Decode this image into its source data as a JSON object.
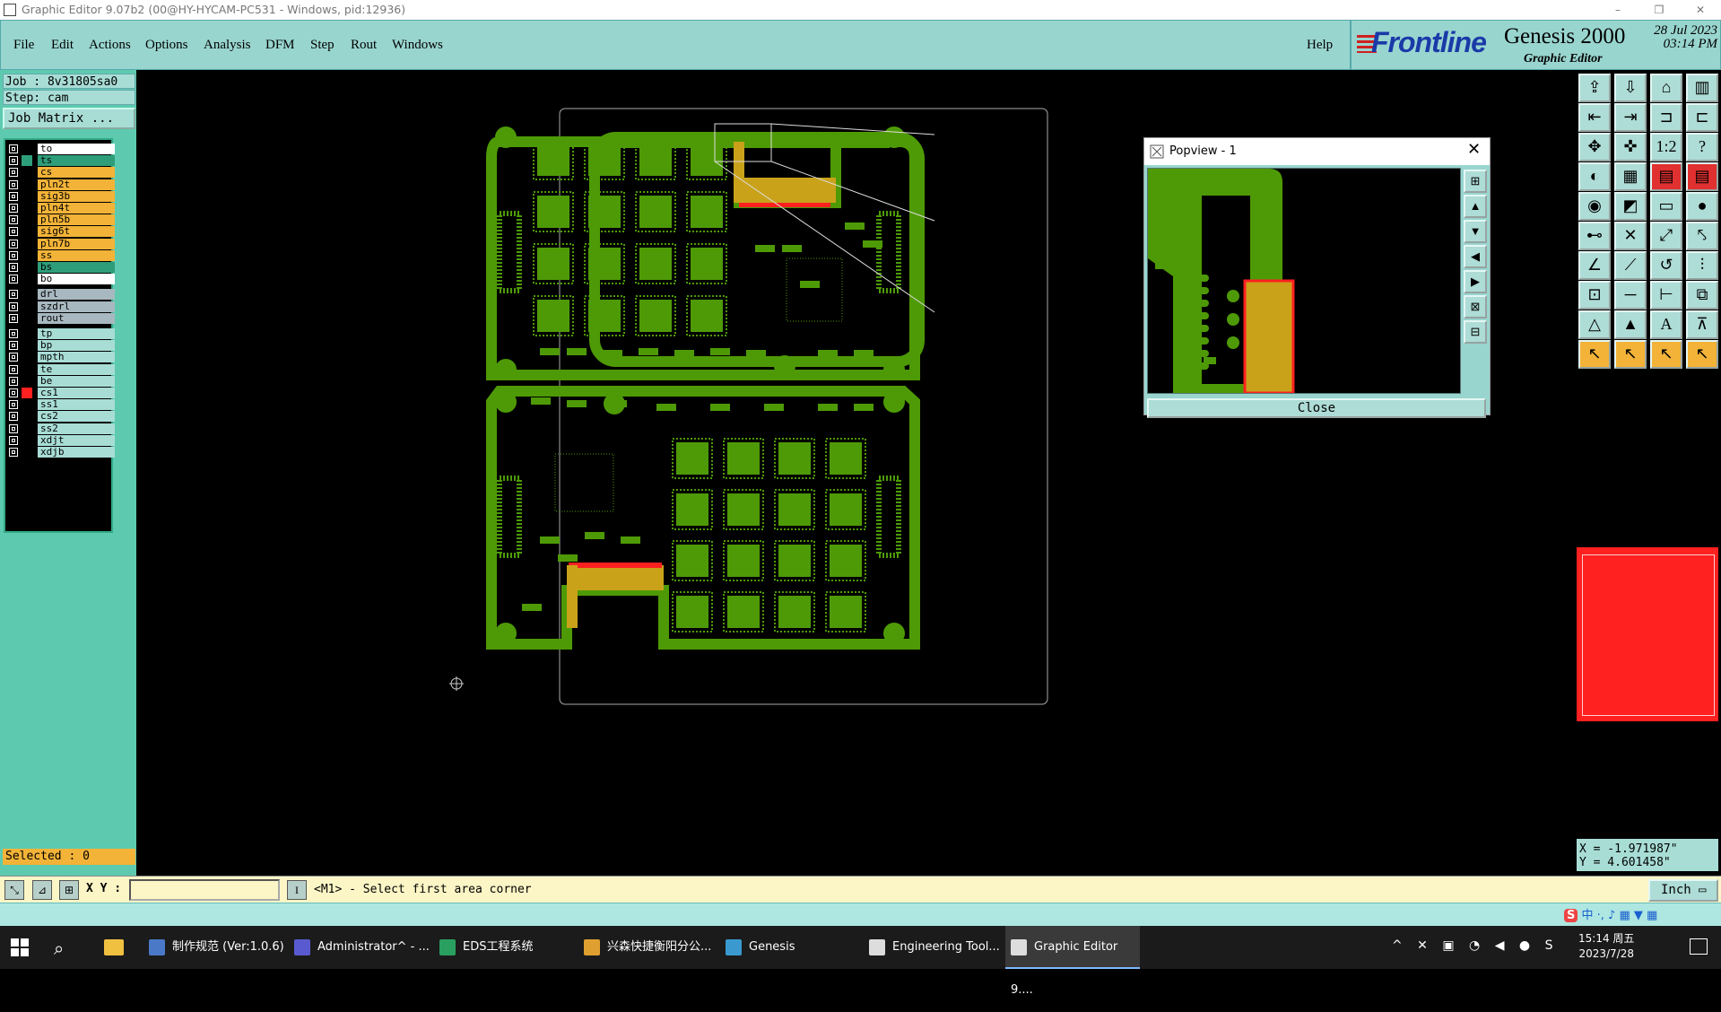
{
  "window": {
    "title": "Graphic Editor 9.07b2 (00@HY-HYCAM-PC531 - Windows, pid:12936)",
    "minimize": "–",
    "maximize": "❐",
    "close": "✕"
  },
  "menu": {
    "file": "File",
    "edit": "Edit",
    "actions": "Actions",
    "options": "Options",
    "analysis": "Analysis",
    "dfm": "DFM",
    "step": "Step",
    "rout": "Rout",
    "windows": "Windows",
    "help": "Help"
  },
  "brand": {
    "logo": "Frontline",
    "product": "Genesis 2000",
    "subtitle": "Graphic Editor",
    "date_line1": "28 Jul 2023",
    "date_line2": "03:14 PM"
  },
  "left_panel": {
    "job": "Job : 8v31805sa0",
    "step": "Step: cam",
    "job_matrix": "Job Matrix ...",
    "selected": "Selected : 0",
    "layers": [
      {
        "name": "to",
        "color": "#ffffff",
        "swatch": "#000000"
      },
      {
        "name": "ts",
        "color": "#2e9e7a",
        "swatch": "#2e9e7a"
      },
      {
        "name": "cs",
        "color": "#f2b338",
        "swatch": "#000000"
      },
      {
        "name": "pln2t",
        "color": "#f2b338",
        "swatch": "#000000"
      },
      {
        "name": "sig3b",
        "color": "#f2b338",
        "swatch": "#000000"
      },
      {
        "name": "pln4t",
        "color": "#f2b338",
        "swatch": "#000000"
      },
      {
        "name": "pln5b",
        "color": "#f2b338",
        "swatch": "#000000"
      },
      {
        "name": "sig6t",
        "color": "#f2b338",
        "swatch": "#000000"
      },
      {
        "name": "pln7b",
        "color": "#f2b338",
        "swatch": "#000000"
      },
      {
        "name": "ss",
        "color": "#f2b338",
        "swatch": "#000000"
      },
      {
        "name": "bs",
        "color": "#2e9e7a",
        "swatch": "#000000"
      },
      {
        "name": "bo",
        "color": "#ffffff",
        "swatch": "#000000"
      },
      {
        "name": "drl",
        "color": "#a8b8c0",
        "swatch": "#000000"
      },
      {
        "name": "szdrl",
        "color": "#a8b8c0",
        "swatch": "#000000"
      },
      {
        "name": "rout",
        "color": "#a8b8c0",
        "swatch": "#000000"
      },
      {
        "name": "tp",
        "color": "#a8ddd6",
        "swatch": "#000000"
      },
      {
        "name": "bp",
        "color": "#a8ddd6",
        "swatch": "#000000"
      },
      {
        "name": "mpth",
        "color": "#a8ddd6",
        "swatch": "#000000"
      },
      {
        "name": "te",
        "color": "#a8ddd6",
        "swatch": "#000000"
      },
      {
        "name": "be",
        "color": "#a8ddd6",
        "swatch": "#000000"
      },
      {
        "name": "cs1",
        "color": "#a8ddd6",
        "swatch": "#ff2020"
      },
      {
        "name": "ss1",
        "color": "#a8ddd6",
        "swatch": "#000000"
      },
      {
        "name": "cs2",
        "color": "#a8ddd6",
        "swatch": "#000000"
      },
      {
        "name": "ss2",
        "color": "#a8ddd6",
        "swatch": "#000000"
      },
      {
        "name": "xdjt",
        "color": "#a8ddd6",
        "swatch": "#000000"
      },
      {
        "name": "xdjb",
        "color": "#a8ddd6",
        "swatch": "#000000"
      }
    ]
  },
  "popview": {
    "title": "Popview - 1",
    "close_label": "Close"
  },
  "coords": {
    "x": "X = -1.971987\"",
    "y": "Y = 4.601458\""
  },
  "command_bar": {
    "xy_label": "X Y :",
    "xy_value": "",
    "prompt": "<M1> - Select first area corner",
    "unit": "Inch"
  },
  "taskbar": {
    "items": [
      {
        "label": "制作规范 (Ver:1.0.6)",
        "icon_color": "#4a79c8"
      },
      {
        "label": "Administrator^ - ...",
        "icon_color": "#5a5ad0"
      },
      {
        "label": "EDS工程系统",
        "icon_color": "#2aa060"
      },
      {
        "label": "兴森快捷衡阳分公...",
        "icon_color": "#e0a030"
      },
      {
        "label": "Genesis",
        "icon_color": "#3a9ad0"
      },
      {
        "label": "Engineering Tool...",
        "icon_color": "#dddddd"
      },
      {
        "label": "Graphic Editor 9....",
        "icon_color": "#dddddd"
      }
    ],
    "time": "15:14 周五",
    "date": "2023/7/28"
  },
  "colors": {
    "panel": "#99d5cf",
    "copper": "#4e9a06",
    "highlight_red": "#ff2020",
    "gold": "#c9a21a"
  }
}
